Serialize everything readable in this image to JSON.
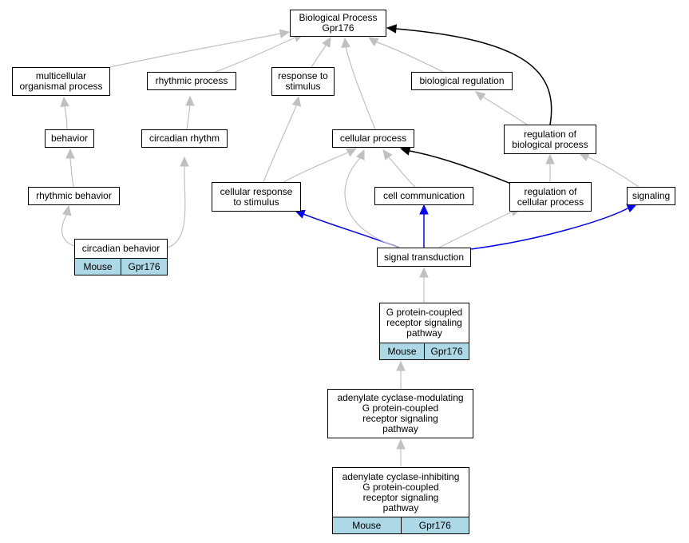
{
  "colors": {
    "is_a": "#c0c0c0",
    "regulates": "#000000",
    "positively_regulates": "#0000ff",
    "annotation": "#add8e6"
  },
  "nodes": {
    "bp": {
      "label": "Biological Process\nGpr176"
    },
    "mop": {
      "label": "multicellular\norganismal process"
    },
    "rp": {
      "label": "rhythmic process"
    },
    "rts": {
      "label": "response to\nstimulus"
    },
    "breg": {
      "label": "biological regulation"
    },
    "beh": {
      "label": "behavior"
    },
    "cr": {
      "label": "circadian rhythm"
    },
    "cp": {
      "label": "cellular process"
    },
    "rbp": {
      "label": "regulation of\nbiological process"
    },
    "rbeh": {
      "label": "rhythmic behavior"
    },
    "crs": {
      "label": "cellular response\nto stimulus"
    },
    "cc": {
      "label": "cell communication"
    },
    "rcp": {
      "label": "regulation of\ncellular process"
    },
    "sig": {
      "label": "signaling"
    },
    "cb": {
      "label": "circadian behavior",
      "species": "Mouse",
      "gene": "Gpr176"
    },
    "st": {
      "label": "signal transduction"
    },
    "gpcr": {
      "label": "G protein-coupled\nreceptor signaling\npathway",
      "species": "Mouse",
      "gene": "Gpr176"
    },
    "acm": {
      "label": "adenylate cyclase-modulating\nG protein-coupled\nreceptor signaling\npathway"
    },
    "aci": {
      "label": "adenylate cyclase-inhibiting\nG protein-coupled\nreceptor signaling\npathway",
      "species": "Mouse",
      "gene": "Gpr176"
    }
  }
}
